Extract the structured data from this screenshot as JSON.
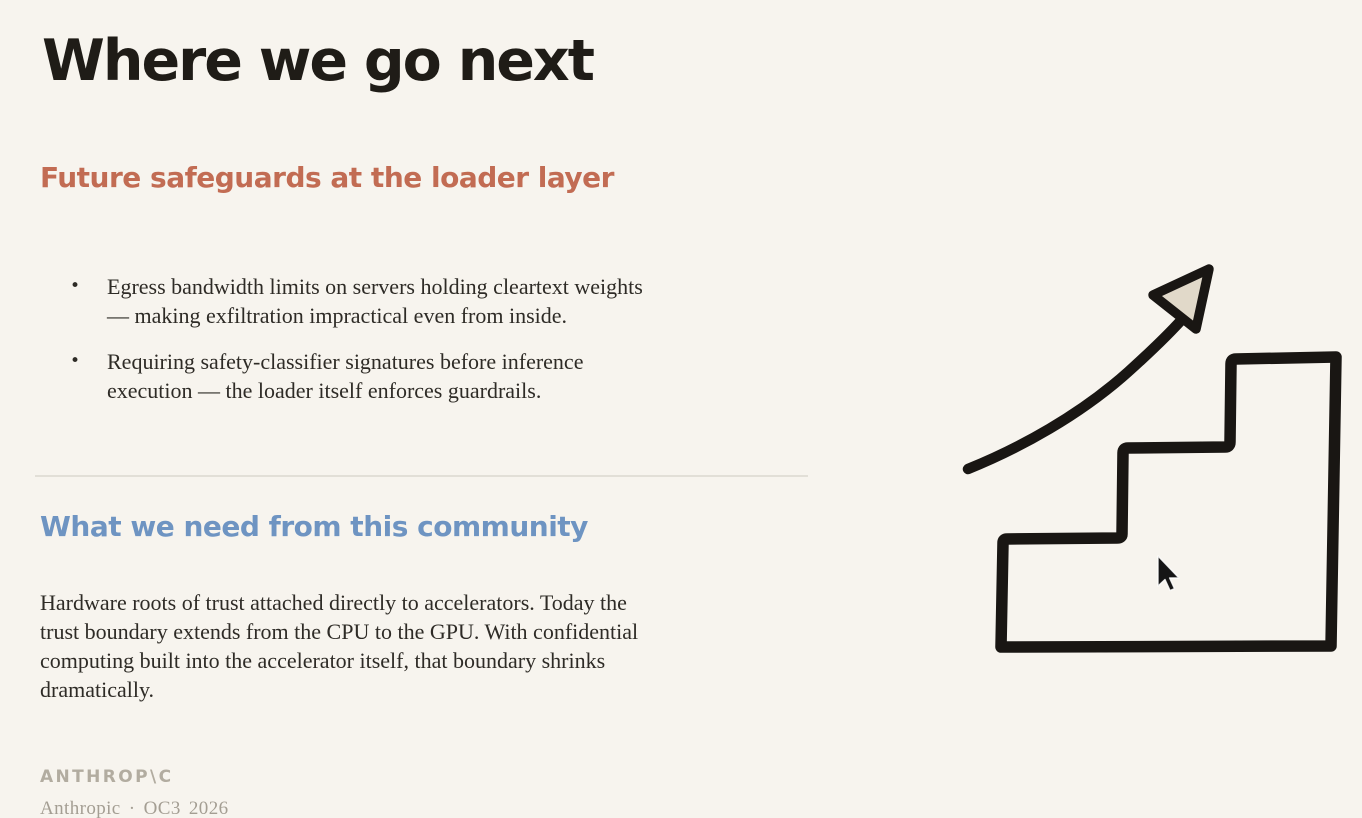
{
  "colors": {
    "background": "#f7f4ee",
    "title_ink": "#1f1c17",
    "accent_orange": "#c26c53",
    "accent_blue": "#6e94c2",
    "body_ink": "#2e2b26",
    "divider": "#e2dfd7",
    "logo_gray": "#b2aca0",
    "meta_gray": "#a49e93",
    "drawing_ink": "#191613",
    "arrowhead_fill": "#e1d9c9"
  },
  "slide": {
    "title": "Where we go next",
    "bullet_glyph": "•",
    "sections": [
      {
        "heading": "Future safeguards at the loader layer",
        "bullets": [
          "Egress bandwidth limits on servers holding cleartext weights\n— making exfiltration impractical even from inside.",
          "Requiring safety-classifier signatures before inference\nexecution — the loader itself enforces guardrails."
        ]
      },
      {
        "heading": "What we need from this community",
        "paragraph": "Hardware roots of trust attached directly to accelerators. Today the\ntrust boundary extends from the CPU to the GPU. With confidential\ncomputing built into the accelerator itself, that boundary shrinks\ndramatically."
      }
    ],
    "footer": {
      "logo": "ANTHROP\\C",
      "meta": "Anthropic · OC3 2026"
    },
    "illustration": {
      "drawing": "ascending-stairs-with-growth-arrow",
      "pointer": "mouse-cursor"
    }
  }
}
